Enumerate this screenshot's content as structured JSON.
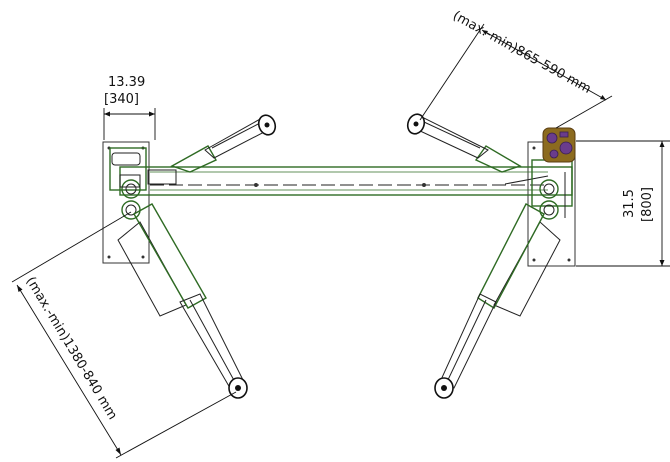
{
  "dimensions": {
    "width_in": "13.39",
    "width_mm": "[340]",
    "height_in": "31.5",
    "height_mm": "[800]",
    "long_arm": "(max.-min)1380-840  mm",
    "short_arm": "(max.-min)865-590  mm"
  }
}
